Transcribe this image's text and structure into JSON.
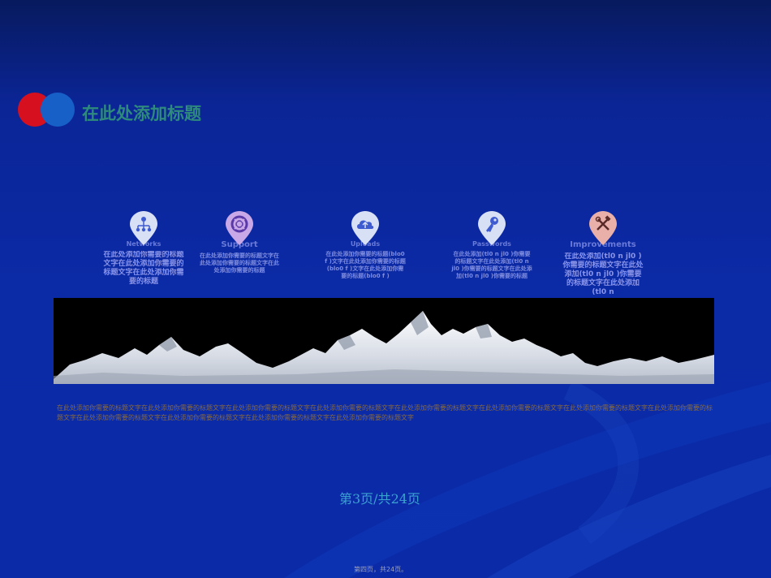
{
  "slide": {
    "title": "在此处添加标题",
    "features": [
      {
        "icon": "network-icon",
        "label": "Networks",
        "desc": "在此处添加你需要的标题文字在此处添加你需要的标题文字在此处添加你需要的标题"
      },
      {
        "icon": "lifebuoy-icon",
        "label": "Support",
        "desc": "在此处添加你需要的标题文字在此处添加你需要的标题文字在此处添加你需要的标题"
      },
      {
        "icon": "cloud-upload-icon",
        "label": "Uploads",
        "desc": "在此处添加你需要的标题(blo0 f )文字在此处添加你需要的标题(blo0 f )文字在此处添加你需要的标题(blo0 f )"
      },
      {
        "icon": "key-icon",
        "label": "Passwords",
        "desc": "在此处添加(tl0 n jl0 )你需要的标题文字在此处添加(tl0 n jl0 )你需要的标题文字在此处添加(tl0 n jl0 )你需要的标题"
      },
      {
        "icon": "tools-icon",
        "label": "Improvements",
        "desc": "在此处添加(tl0 n jl0 )你需要的标题文字在此处添加(tl0 n jl0 )你需要的标题文字在此处添加(tl0 n"
      }
    ],
    "body_text": "在此处添加你需要的标题文字在此处添加你需要的标题文字在此处添加你需要的标题文字在此处添加你需要的标题文字在此处添加你需要的标题文字在此处添加你需要的标题文字在此处添加你需要的标题文字在此处添加你需要的标题文字在此处添加你需要的标题文字在此处添加你需要的标题文字在此处添加你需要的标题文字在此处添加你需要的标题文字",
    "page_label": "第3页/共24页",
    "footer_note": "第四页，共24页。",
    "colors": {
      "background": "#0b2aa6",
      "logo_red": "#d6101e",
      "logo_blue": "#1660c8",
      "title": "#2e8a7d",
      "pin_fill": "#d8e0f6",
      "page_label": "#3aa2d0"
    }
  }
}
